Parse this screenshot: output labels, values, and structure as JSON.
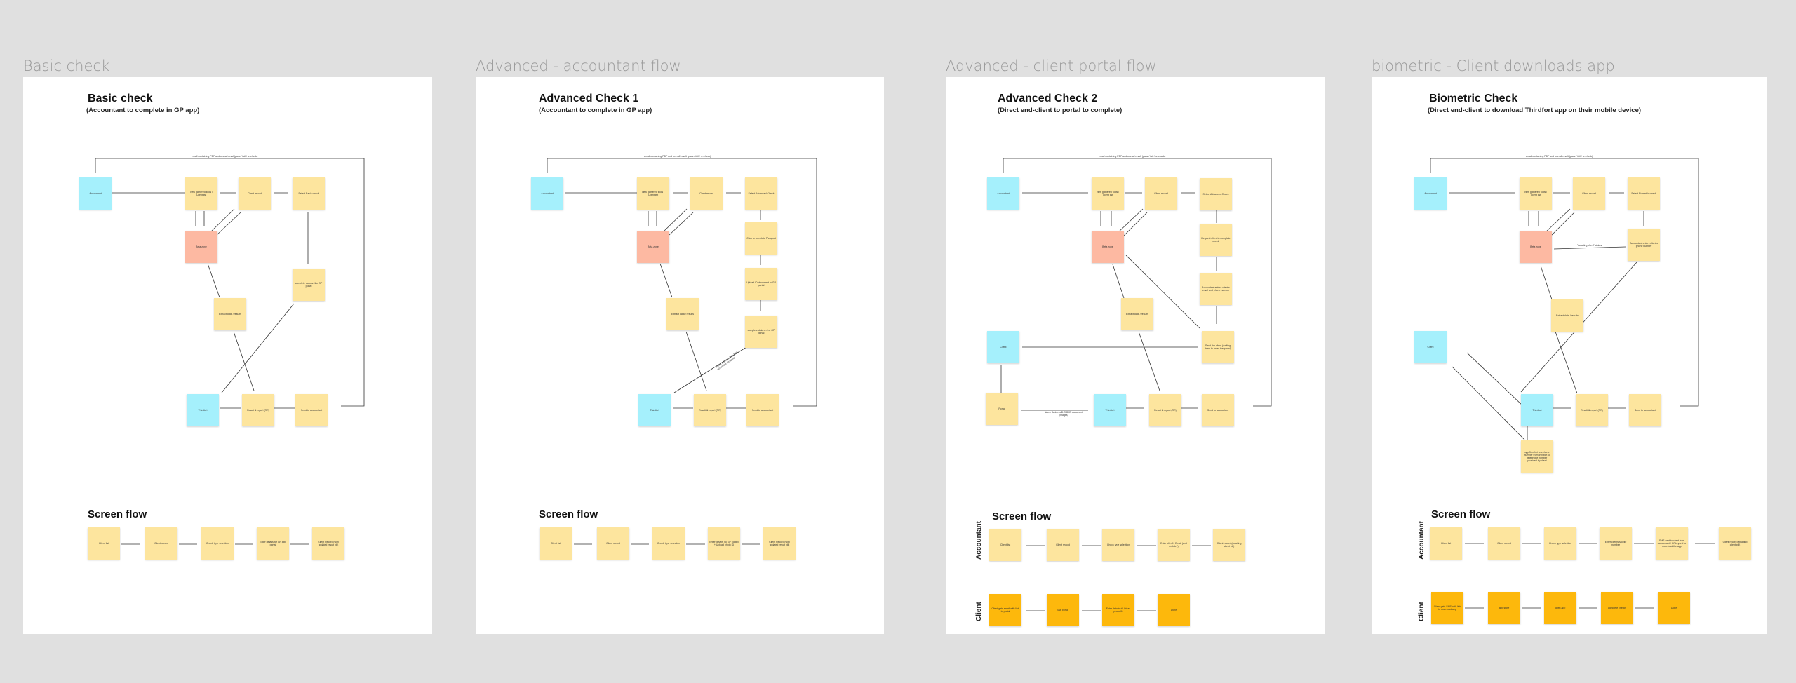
{
  "canvas": {
    "background": "#e0e0e0"
  },
  "colors": {
    "sticky_yellow": "#fde59e",
    "sticky_blue": "#a5f0fc",
    "sticky_red": "#fdb9a2",
    "sticky_orange": "#fdb80c"
  },
  "frames": [
    {
      "label": "Basic check",
      "title": "Basic check",
      "subtitle": "(Accountant to complete in GP app)",
      "top_edge_label": "email containing PDF and overall result(pass / fail / re-check)",
      "notes": {
        "accountant": "Accountant",
        "view_clients": "view gathered tools / Client list",
        "client_record": "Client record",
        "select_check": "Select Basic check",
        "beta_zone": "Beta zone",
        "extract_data": "Extract data / results",
        "complete_data": "complete data on the GP portal",
        "thirdfort": "Thirdfort",
        "result_report": "Result & report (RR)",
        "send_accountant": "Send to accountant"
      },
      "screen_flow": {
        "title": "Screen flow",
        "accountant": [
          "Client list",
          "Client record",
          "Check type selection",
          "Enter details for GP app portal",
          "Client Record (with updated result pill)"
        ]
      }
    },
    {
      "label": "Advanced - accountant flow",
      "title": "Advanced Check  1",
      "subtitle": "(Accountant to complete in GP app)",
      "top_edge_label": "email containing PDF and overall result (pass / fail / re-check)",
      "notes": {
        "accountant": "Accountant",
        "view_clients": "view gathered tools / Client list",
        "client_record": "Client record",
        "select_check": "Select Advanced Check",
        "beta_zone": "Beta zone",
        "click_complete": "Click to complete Passport",
        "upload_id": "Upload ID document to GP portal",
        "extract_data": "Extract data / results",
        "complete_data": "complete data on the GP portal",
        "thirdfort": "Thirdfort",
        "result_report": "Result & report (RR)",
        "send_accountant": "Send to accountant"
      },
      "edge_labels": {
        "diag": "Name Address D.O.B ID document (images)"
      },
      "screen_flow": {
        "title": "Screen flow",
        "accountant": [
          "Client list",
          "Client record",
          "Check type selection",
          "Enter details (to GP portal) + Upload photo ID",
          "Client Record (with updated result pill)"
        ]
      }
    },
    {
      "label": "Advanced - client portal flow",
      "title": "Advanced Check 2",
      "subtitle": "(Direct end-client to portal to complete)",
      "top_edge_label": "email containing PDF and overall result (pass / fail / re-check)",
      "notes": {
        "accountant": "Accountant",
        "view_clients": "view gathered tools / Client list",
        "client_record": "Client record",
        "select_check": "Select Advanced Check",
        "beta_zone": "Beta zone",
        "request_client": "Request client to complete check",
        "accountant_enters": "Accountant enters client's email and phone number",
        "extract_data": "Extract data / results",
        "send_client": "Send the client (waiting them to enter the portal)",
        "client": "Client",
        "portal": "Portal",
        "thirdfort": "Thirdfort",
        "result_report": "Result & report (RR)",
        "send_accountant": "Send to accountant"
      },
      "edge_labels": {
        "portal_to_thirdfort": "Name Address D.O.B ID document (images)"
      },
      "screen_flow": {
        "title": "Screen flow",
        "lanes": [
          "Accountant",
          "Client"
        ],
        "accountant": [
          "Client list",
          "Client record",
          "Check type selection",
          "Enter client's Email (and mobile?)",
          "Client record (awaiting client pill)"
        ],
        "client": [
          "Client gets email with link to portal",
          "use portal",
          "Enter details + Upload photo ID",
          "Done"
        ]
      }
    },
    {
      "label": "biometric - Client downloads app",
      "title": "Biometric Check",
      "subtitle": "(Direct end-client to download Thirdfort app on their mobile device)",
      "top_edge_label": "email containing PDF and overall result (pass / fail / re-check)",
      "notes": {
        "accountant": "Accountant",
        "view_clients": "view gathered tools / Client list",
        "client_record": "Client record",
        "select_check": "Select Biometric check",
        "beta_zone": "Beta zone",
        "accountant_enters": "Accountant enters client's phone number",
        "extract_data": "Extract data / results",
        "client": "Client",
        "thirdfort": "Thirdfort",
        "result_report": "Result & report (RR)",
        "send_accountant": "Send to accountant",
        "app_flow": "app/thirdfort telephone number from thirdfort to telephone number provided by client"
      },
      "edge_labels": {
        "awaiting": "\"Awaiting client\" status"
      },
      "screen_flow": {
        "title": "Screen flow",
        "lanes": [
          "Accountant",
          "Client"
        ],
        "accountant": [
          "Client list",
          "Client record",
          "Check type selection",
          "Enter clients Mobile number",
          "SMS sent to client from accountant / GPbeyond to download the app",
          "Client record (awaiting client pill)"
        ],
        "client": [
          "Client gets SMS with link to download app",
          "app store",
          "open app",
          "complete checks",
          "Done"
        ]
      }
    }
  ]
}
